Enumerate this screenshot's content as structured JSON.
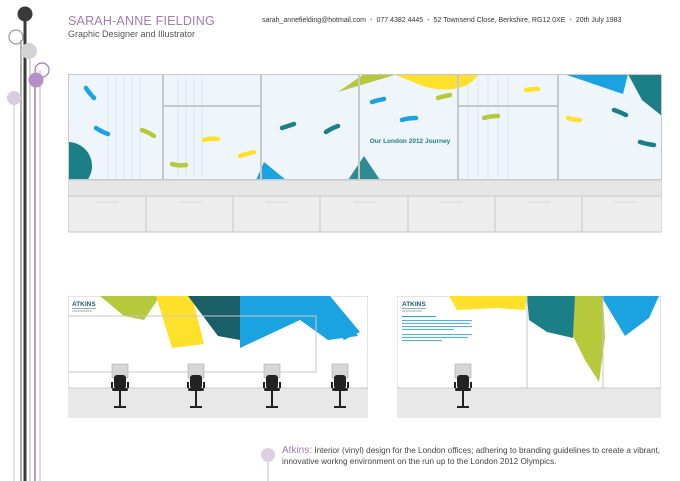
{
  "header": {
    "name": "SARAH-ANNE FIELDING",
    "role": "Graphic Designer and Illustrator",
    "email": "sarah_annefielding@hotmail.com",
    "phone": "077 4382 4445",
    "address": "52 Townsend Close, Berkshire, RG12 0XE",
    "dob": "20th July 1983"
  },
  "panel_top": {
    "journey_text": "Our London 2012 Journey"
  },
  "panel_left": {
    "logo": "ATKINS"
  },
  "panel_right": {
    "logo": "ATKINS"
  },
  "caption": {
    "company": "Atkins:",
    "text": "Interior (vinyl) design for the London offices; adhering to branding guidelines to create a vibrant, innovative workng environment on the run up to the London 2012 Olympics."
  },
  "colors": {
    "accent_purple": "#a27bb4",
    "brand_blue": "#1aa3e0",
    "brand_teal": "#1a7f86",
    "brand_yellow": "#ffe12c",
    "brand_lime": "#b6c93a"
  }
}
